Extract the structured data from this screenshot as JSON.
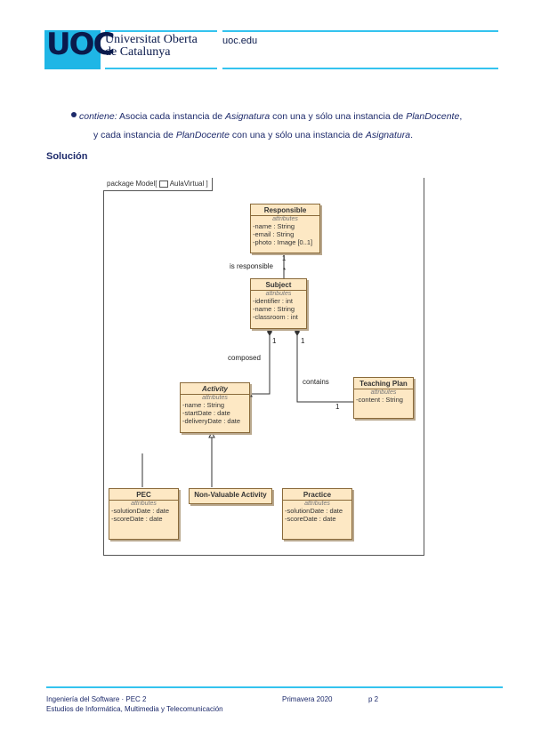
{
  "header": {
    "logo": "UOC",
    "university_line1": "Universitat Oberta",
    "university_line2": "de Catalunya",
    "url": "uoc.edu"
  },
  "bullet": {
    "t1": "contiene:",
    "t2": " Asocia cada instancia de ",
    "t3": "Asignatura",
    "t4": " con una y sólo una instancia de ",
    "t5": "PlanDocente",
    "t6": ",",
    "t7": "y cada instancia de ",
    "t8": "PlanDocente",
    "t9": " con una y sólo una instancia de ",
    "t10": "Asignatura",
    "t11": "."
  },
  "section_title": "Solución",
  "diagram": {
    "package_label": "package Model[ ",
    "package_name": "AulaVirtual",
    "package_end": " ]",
    "attributes_header": "attributes",
    "classes": {
      "responsible": {
        "name": "Responsible",
        "attrs": [
          "-name : String",
          "-email : String",
          "-photo : Image [0..1]"
        ]
      },
      "subject": {
        "name": "Subject",
        "attrs": [
          "-identifier : int",
          "-name : String",
          "-classroom : int"
        ]
      },
      "activity": {
        "name": "Activity",
        "attrs": [
          "-name : String",
          "-startDate : date",
          "-deliveryDate : date"
        ]
      },
      "teaching_plan": {
        "name": "Teaching Plan",
        "attrs": [
          "-content : String"
        ]
      },
      "pec": {
        "name": "PEC",
        "attrs": [
          "-solutionDate : date",
          "-scoreDate : date"
        ]
      },
      "non_valuable": {
        "name": "Non-Valuable Activity"
      },
      "practice": {
        "name": "Practice",
        "attrs": [
          "-solutionDate : date",
          "-scoreDate : date"
        ]
      }
    },
    "assoc": {
      "is_responsible": "is responsible",
      "composed": "composed",
      "contains": "contains",
      "m_resp_1": "1",
      "m_resp_star": "*",
      "m_comp_1": "1",
      "m_comp_star": "*",
      "m_cont_1a": "1",
      "m_cont_1b": "1"
    }
  },
  "footer": {
    "left1": "Ingeniería del Software · PEC 2",
    "left2": "Estudios de Informática, Multimedia y Telecomunicación",
    "term": "Primavera 2020",
    "page": "p 2"
  },
  "colors": {
    "accent": "#34c3ef",
    "brand_dark": "#0a1a4c",
    "class_fill": "#fde8c4"
  }
}
